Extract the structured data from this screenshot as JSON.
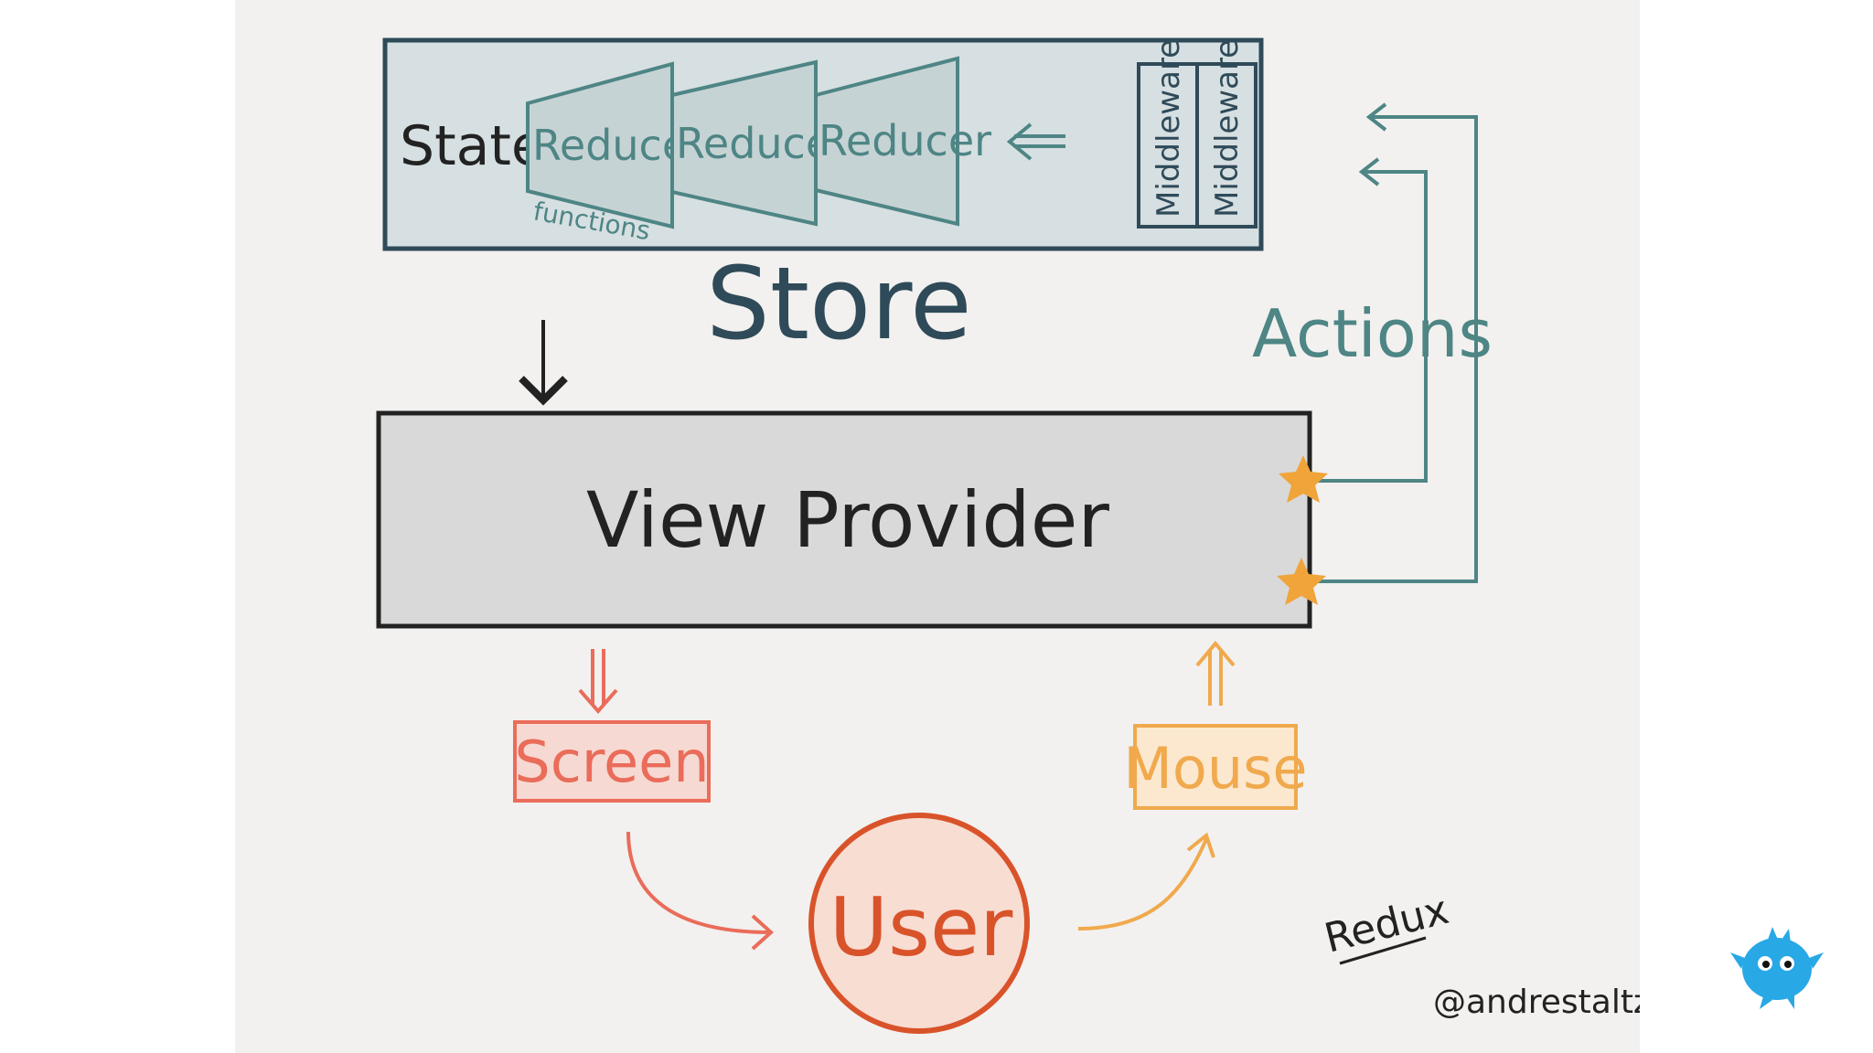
{
  "diagram": {
    "store": {
      "state_label": "State",
      "reducers": [
        "Reducer",
        "Reducer",
        "Reducer"
      ],
      "functions_label": "functions",
      "middleware": [
        "Middleware",
        "Middleware"
      ],
      "title": "Store"
    },
    "actions_label": "Actions",
    "view_provider_label": "View Provider",
    "screen_label": "Screen",
    "mouse_label": "Mouse",
    "user_label": "User",
    "redux_label": "Redux",
    "credit": "@andrestaltz"
  },
  "colors": {
    "background": "#f2f1ef",
    "store_fill": "#d6dfe1",
    "store_border": "#2f4a59",
    "teal": "#4e8585",
    "view_fill": "#d9d9d9",
    "ink": "#222222",
    "screen": "#ea6c5a",
    "mouse": "#f0a94d",
    "user": "#d9532a",
    "star": "#f0a43a",
    "mascot": "#29a8e6"
  }
}
